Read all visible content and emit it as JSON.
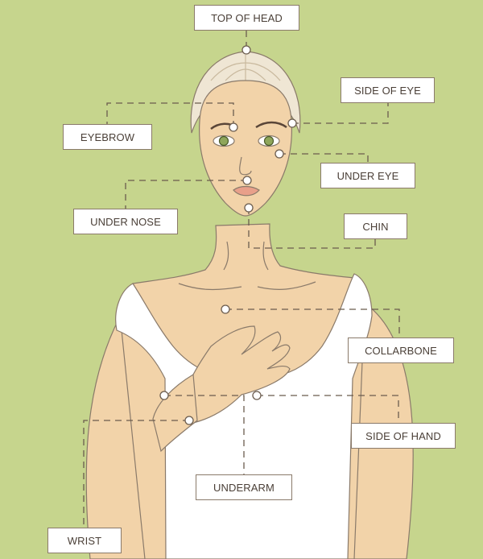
{
  "diagram": {
    "labels": {
      "top_of_head": "TOP OF HEAD",
      "side_of_eye": "SIDE OF EYE",
      "eyebrow": "EYEBROW",
      "under_eye": "UNDER EYE",
      "under_nose": "UNDER NOSE",
      "chin": "CHIN",
      "collarbone": "COLLARBONE",
      "side_of_hand": "SIDE OF HAND",
      "underarm": "UNDERARM",
      "wrist": "WRIST"
    }
  },
  "colors": {
    "background": "#c6d58d",
    "skin": "#f2d3a9",
    "dress": "#ffffff",
    "hair": "#efe6d4",
    "outline": "#8a7a6a",
    "iris": "#8fa65a",
    "lips": "#e8a08a"
  }
}
